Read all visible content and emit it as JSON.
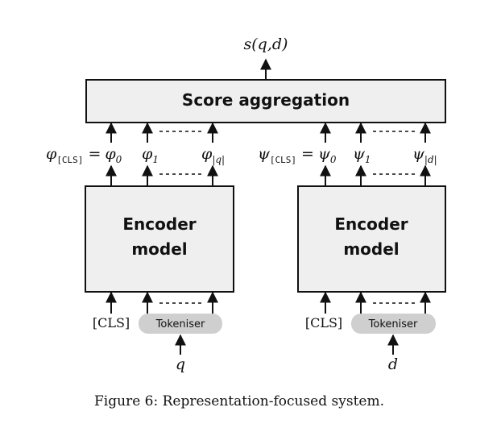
{
  "output_label": "s(q,d)",
  "aggregation_label": "Score aggregation",
  "query_branch": {
    "encoder_line1": "Encoder",
    "encoder_line2": "model",
    "tokeniser_label": "Tokeniser",
    "cls_label": "[CLS]",
    "input_label": "q",
    "emb_symbol": "φ",
    "emb_cls_sub": "[CLS]",
    "eq_sign": "=",
    "emb0_sub": "0",
    "emb1_sub": "1",
    "embn_sub": "|q|"
  },
  "doc_branch": {
    "encoder_line1": "Encoder",
    "encoder_line2": "model",
    "tokeniser_label": "Tokeniser",
    "cls_label": "[CLS]",
    "input_label": "d",
    "emb_symbol": "ψ",
    "emb_cls_sub": "[CLS]",
    "eq_sign": "=",
    "emb0_sub": "0",
    "emb1_sub": "1",
    "embn_sub": "|d|"
  },
  "caption": "Figure 6: Representation-focused system."
}
